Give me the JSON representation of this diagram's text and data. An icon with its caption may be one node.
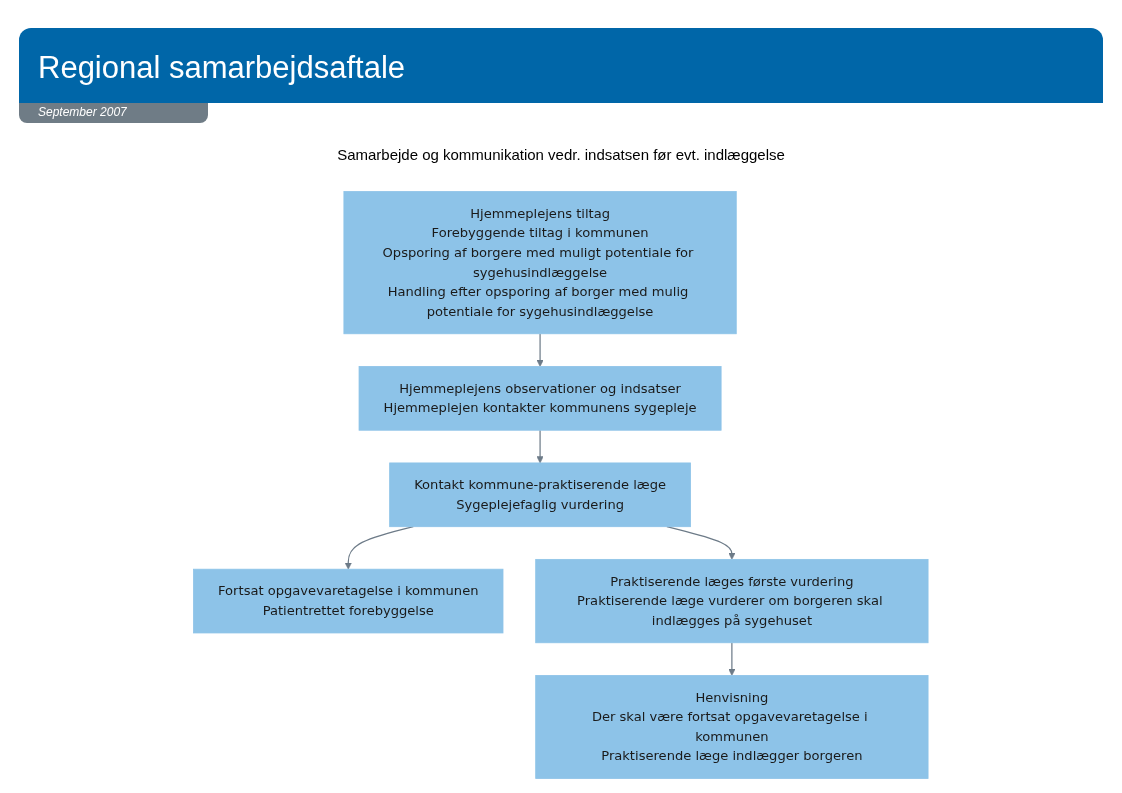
{
  "diagram": {
    "title": "Regional samarbejdsaftale",
    "nodes": [
      {
        "text": [
          "Hjemmeplejens tiltag",
          "Forebyggende tiltag i kommunen",
          "Opsporing af borgere med muligt potentiale for sygehusindlæggelse",
          "Handling efter opsporing af borger med mulig potentiale for sygehusindlæggelse"
        ]
      },
      {
        "text": [
          "Hjemmeplejens observationer og indsatser",
          "Hjemmeplejen kontakter kommunens sygepleje"
        ]
      },
      {
        "text": [
          "Kontakt kommune-praktiserende læge",
          "Sygeplejefaglig vurdering"
        ]
      },
      {
        "text": [
          "Fortsat opgavevaretagelse i kommunen",
          "Patientrettet forebyggelse"
        ]
      },
      {
        "text": [
          "Praktiserende læges første vurdering",
          "Praktiserende læge vurderer om borgeren skal indlægges på sygehuset"
        ]
      },
      {
        "text": [
          "Henvisning",
          "Der skal være fortsat opgavevaretagelse i kommunen",
          "Praktiserende læge indlægger borgeren"
        ]
      }
    ],
    "edges": [
      {
        "from": 0,
        "to": 1,
        "arrow": "to"
      },
      {
        "from": 1,
        "to": 2,
        "arrow": "to"
      },
      {
        "from": 2,
        "to": 3,
        "arrow": "to"
      },
      {
        "from": 2,
        "to": 4,
        "arrow": "to"
      },
      {
        "from": 4,
        "to": 5,
        "arrow": "to"
      }
    ],
    "labels": [
      "September 2007",
      "Samarbejde og kommunikation vedr. indsatsen før evt. indlæggelse"
    ]
  }
}
